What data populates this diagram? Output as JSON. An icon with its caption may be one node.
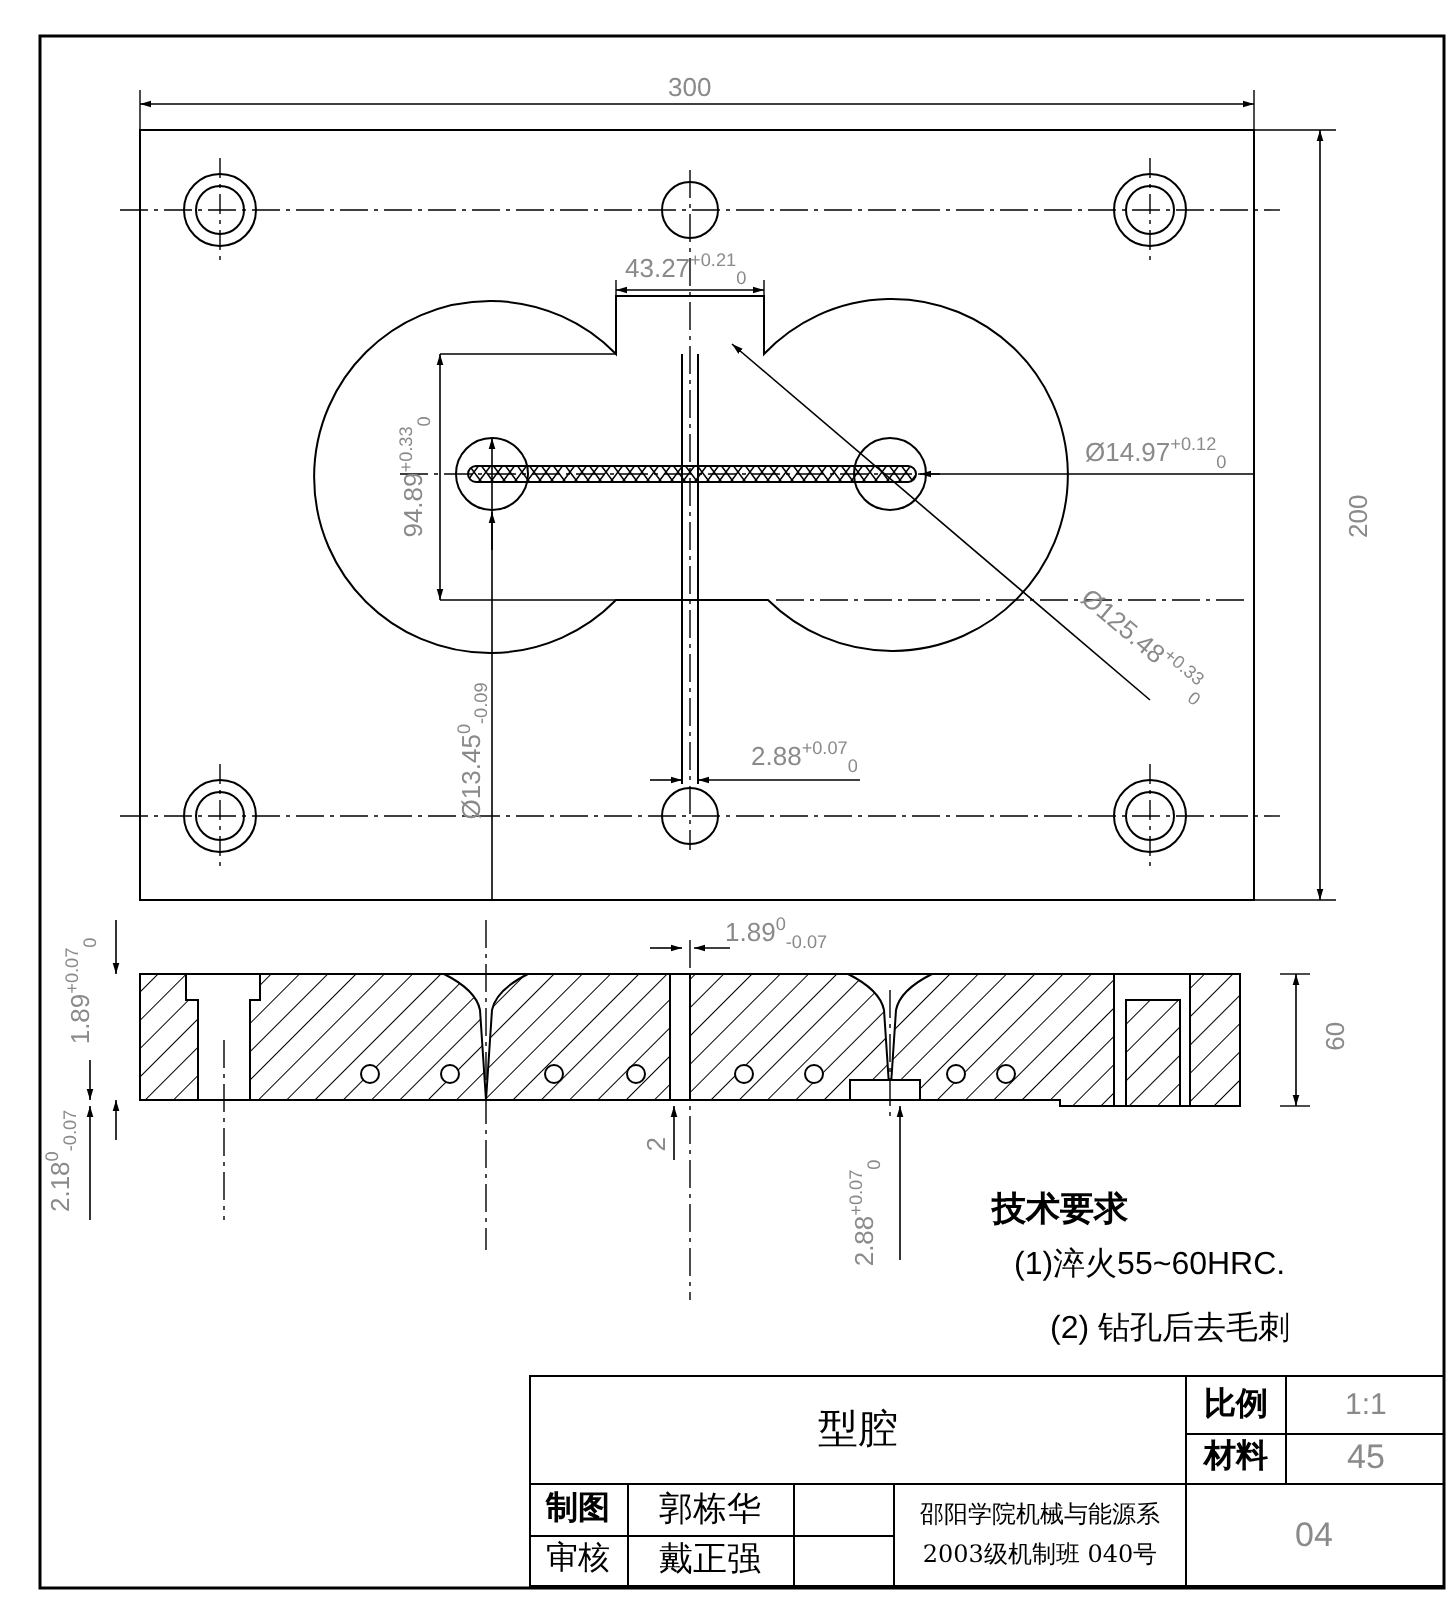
{
  "diagram": {
    "labels": [
      "300",
      "43.27$^{+0.21}$$_{0}$",
      "94.89$^{+0.33}$$_{0}$",
      "Ø14.97$^{+0.12}$$_{0}$",
      "200",
      "Ø125.48$^{+0.33}$$_{0}$",
      "Ø13.45$^{0}$$_{-0.09}$",
      "2.88$^{+0.07}$$_{0}$",
      "1.89$^{0}$$_{-0.07}$",
      "1.89$^{+0.07}$$_{0}$",
      "2.18$^{0}$$_{-0.07}$",
      "60",
      "2",
      "2.88$^{+0.07}$$_{0}$",
      "技术要求",
      "(1)淬火55~60HRC.",
      "(2) 钻孔后去毛刺",
      "型腔",
      "比例",
      "1:1",
      "材料",
      "45",
      "制图",
      "郭栋华",
      "邵阳学院机械与能源系 2003级机制班 040号",
      "04",
      "审核",
      "戴正强"
    ]
  }
}
